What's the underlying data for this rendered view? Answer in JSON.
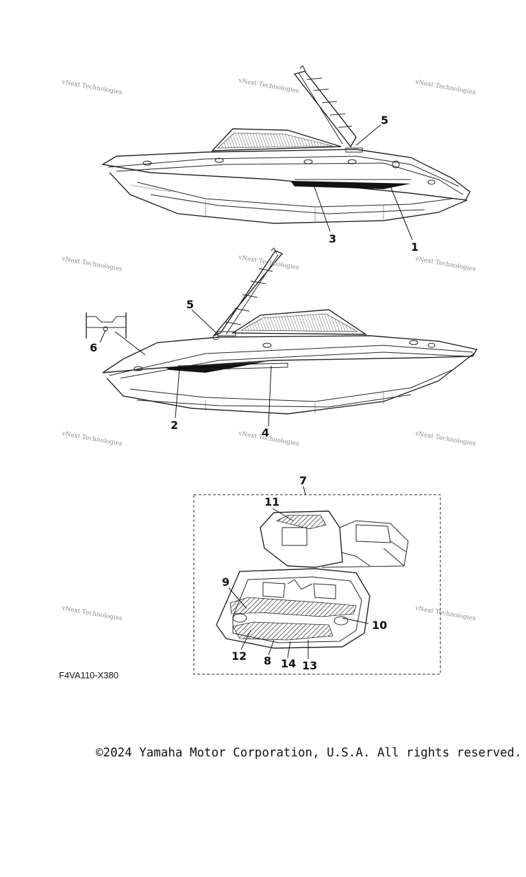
{
  "watermarks": [
    "vNext Technologies",
    "vNext Technologies",
    "vNext Technologies",
    "vNext Technologies",
    "vNext Technologies",
    "vNext Technologies",
    "vNext Technologies",
    "vNext Technologies",
    "vNext Technologies",
    "vNext Technologies",
    "vNext Technologies"
  ],
  "callouts": {
    "top_boat": [
      "5",
      "3",
      "1"
    ],
    "middle_boat": [
      "5",
      "6",
      "2",
      "4"
    ],
    "deck_kit": [
      "7",
      "11",
      "9",
      "10",
      "12",
      "8",
      "14",
      "13"
    ]
  },
  "figure_code": "F4VA110-X380",
  "copyright": "©2024 Yamaha Motor Corporation, U.S.A. All rights reserved."
}
